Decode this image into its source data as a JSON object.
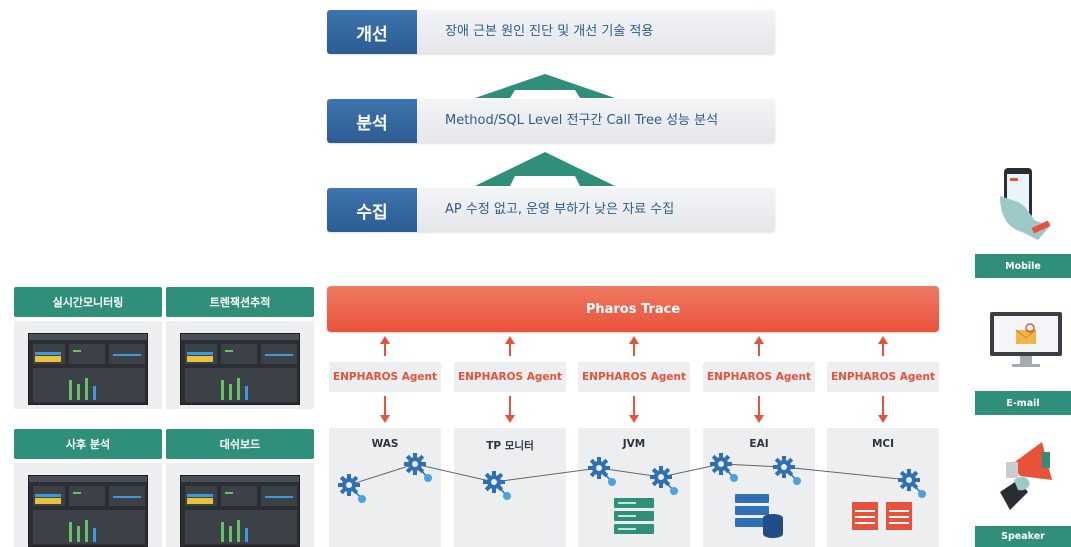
{
  "pipeline": [
    {
      "tag": "개선",
      "description": "장애 근본 원인 진단 및 개선 기술 적용"
    },
    {
      "tag": "분석",
      "description": "Method/SQL Level 전구간 Call Tree 성능 분석"
    },
    {
      "tag": "수집",
      "description": "AP 수정 없고, 운영 부하가 낮은 자료 수집"
    }
  ],
  "dashboards": [
    {
      "label": "실시간모니터링"
    },
    {
      "label": "트렌잭션추적"
    },
    {
      "label": "사후 분석"
    },
    {
      "label": "대쉬보드"
    }
  ],
  "trace": {
    "label": "Pharos Trace"
  },
  "agents": [
    {
      "label": "ENPHAROS Agent"
    },
    {
      "label": "ENPHAROS Agent"
    },
    {
      "label": "ENPHAROS Agent"
    },
    {
      "label": "ENPHAROS Agent"
    },
    {
      "label": "ENPHAROS Agent"
    }
  ],
  "targets": [
    {
      "label": "WAS"
    },
    {
      "label": "TP 모니터"
    },
    {
      "label": "JVM"
    },
    {
      "label": "EAI"
    },
    {
      "label": "MCI"
    }
  ],
  "notifications": [
    {
      "label": "Mobile",
      "icon": "mobile-phone-icon"
    },
    {
      "label": "E-mail",
      "icon": "email-monitor-icon"
    },
    {
      "label": "Speaker",
      "icon": "megaphone-icon"
    }
  ],
  "colors": {
    "stage_blue": "#2c5c92",
    "teal": "#2f8f7a",
    "trace_red": "#e8523b",
    "gear_blue": "#2f6fb6"
  }
}
